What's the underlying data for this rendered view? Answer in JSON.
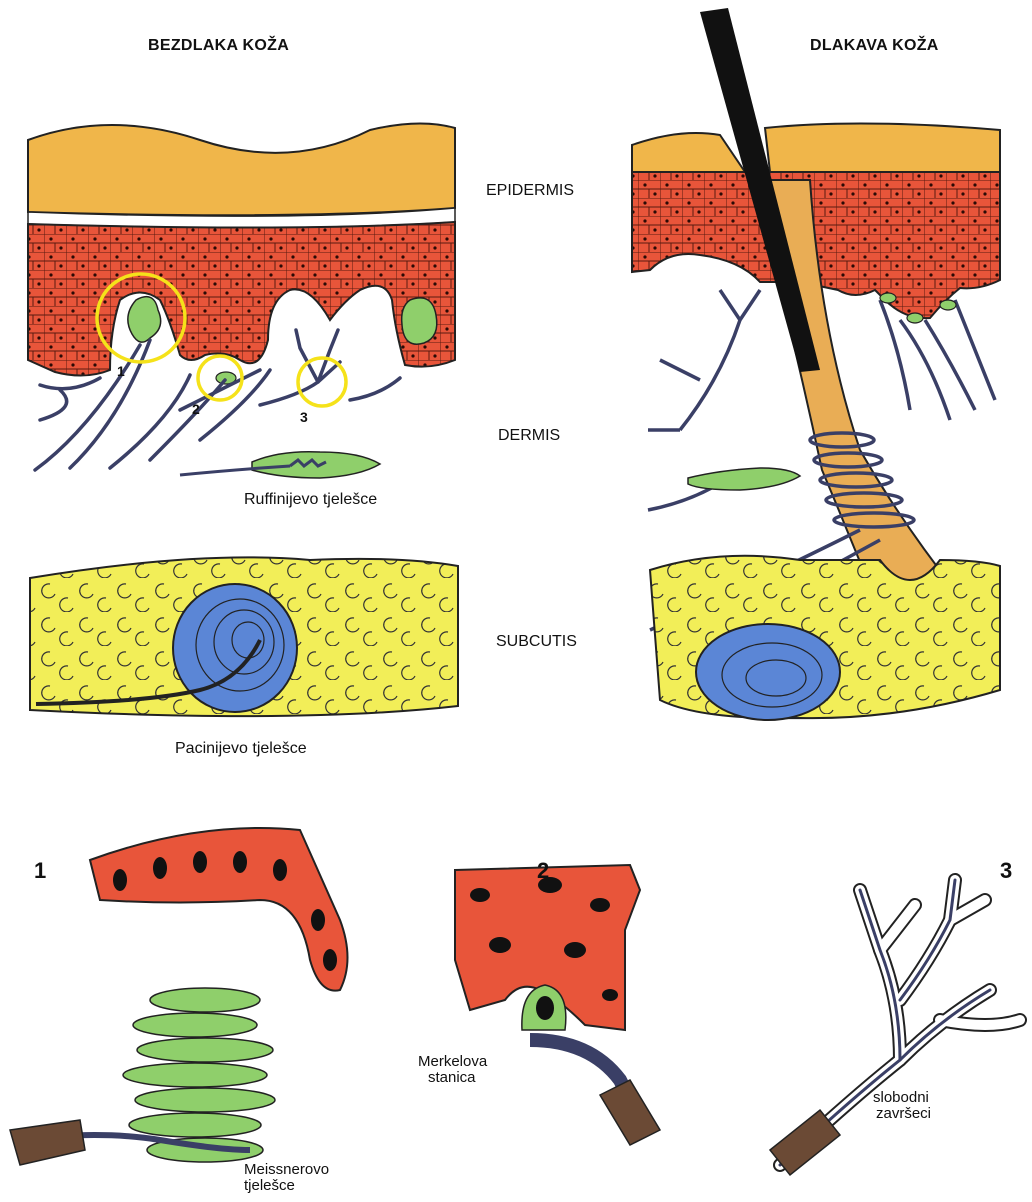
{
  "titles": {
    "left": "BEZDLAKA KOŽA",
    "right": "DLAKAVA KOŽA"
  },
  "layers": {
    "epidermis": "EPIDERMIS",
    "dermis": "DERMIS",
    "subcutis": "SUBCUTIS"
  },
  "callouts": {
    "one": "1",
    "two": "2",
    "three": "3"
  },
  "captions": {
    "ruffini": "Ruffinijevo tjelešce",
    "pacini": "Pacinijevo tjelešce",
    "merkel_1": "Merkelova",
    "merkel_2": "stanica",
    "meissner_1": "Meissnerovo",
    "meissner_2": "tjelešce",
    "free_1": "slobodni",
    "free_2": "završeci"
  },
  "details": {
    "one": "1",
    "two": "2",
    "three": "3"
  },
  "colors": {
    "stratum_corneum": "#f0b64a",
    "epidermis_cells": "#e8553a",
    "receptor_green": "#8fcf6b",
    "fat": "#f2ee58",
    "pacini_blue": "#5b86d6",
    "nerve": "#3a3f66",
    "hair": "#e9ad55",
    "highlight_circle": "#f5e21a"
  }
}
